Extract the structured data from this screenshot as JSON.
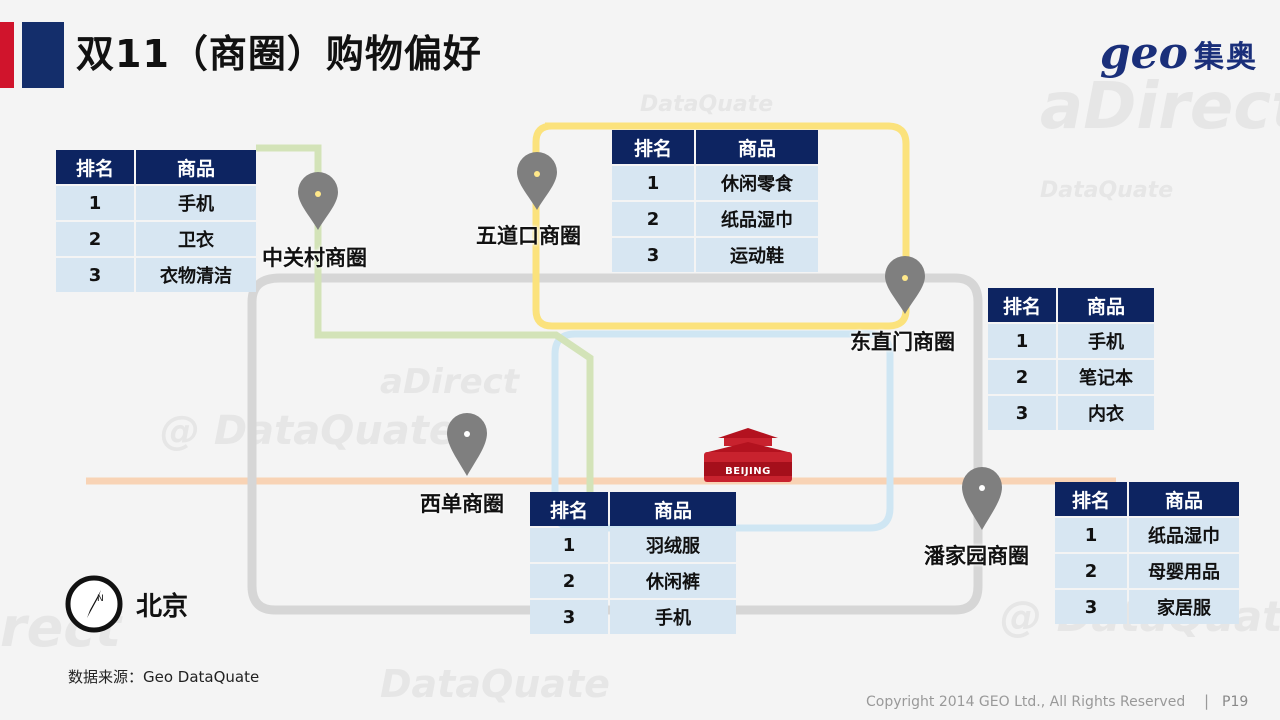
{
  "header": {
    "title": "双11（商圈）购物偏好"
  },
  "logo": {
    "mark": "geo",
    "text": "集奥"
  },
  "city": {
    "name": "北京",
    "landmark_label": "BEIJING"
  },
  "districts": [
    {
      "name": "中关村商圈",
      "table": {
        "headers": [
          "排名",
          "商品"
        ],
        "rows": [
          [
            "1",
            "手机"
          ],
          [
            "2",
            "卫衣"
          ],
          [
            "3",
            "衣物清洁"
          ]
        ]
      }
    },
    {
      "name": "五道口商圈",
      "table": {
        "headers": [
          "排名",
          "商品"
        ],
        "rows": [
          [
            "1",
            "休闲零食"
          ],
          [
            "2",
            "纸品湿巾"
          ],
          [
            "3",
            "运动鞋"
          ]
        ]
      }
    },
    {
      "name": "东直门商圈",
      "table": {
        "headers": [
          "排名",
          "商品"
        ],
        "rows": [
          [
            "1",
            "手机"
          ],
          [
            "2",
            "笔记本"
          ],
          [
            "3",
            "内衣"
          ]
        ]
      }
    },
    {
      "name": "西单商圈",
      "table": {
        "headers": [
          "排名",
          "商品"
        ],
        "rows": [
          [
            "1",
            "羽绒服"
          ],
          [
            "2",
            "休闲裤"
          ],
          [
            "3",
            "手机"
          ]
        ]
      }
    },
    {
      "name": "潘家园商圈",
      "table": {
        "headers": [
          "排名",
          "商品"
        ],
        "rows": [
          [
            "1",
            "纸品湿巾"
          ],
          [
            "2",
            "母婴用品"
          ],
          [
            "3",
            "家居服"
          ]
        ]
      }
    }
  ],
  "footer": {
    "source": "数据来源：Geo DataQuate",
    "copyright": "Copyright 2014 GEO Ltd., All Rights Reserved",
    "separator": "|",
    "page": "P19"
  },
  "colors": {
    "accent_red": "#d0142c",
    "navy": "#0d2461",
    "table_cell": "#d7e6f2",
    "line_green": "#d3e3b8",
    "line_yellow": "#fbe27c",
    "line_blue": "#cfe6f3",
    "line_gray": "#d6d6d6",
    "line_orange": "#f8d3b5",
    "pin": "#7f7f7f"
  },
  "icons": [
    "map-pin-icon",
    "compass-icon",
    "gate-landmark-icon"
  ]
}
